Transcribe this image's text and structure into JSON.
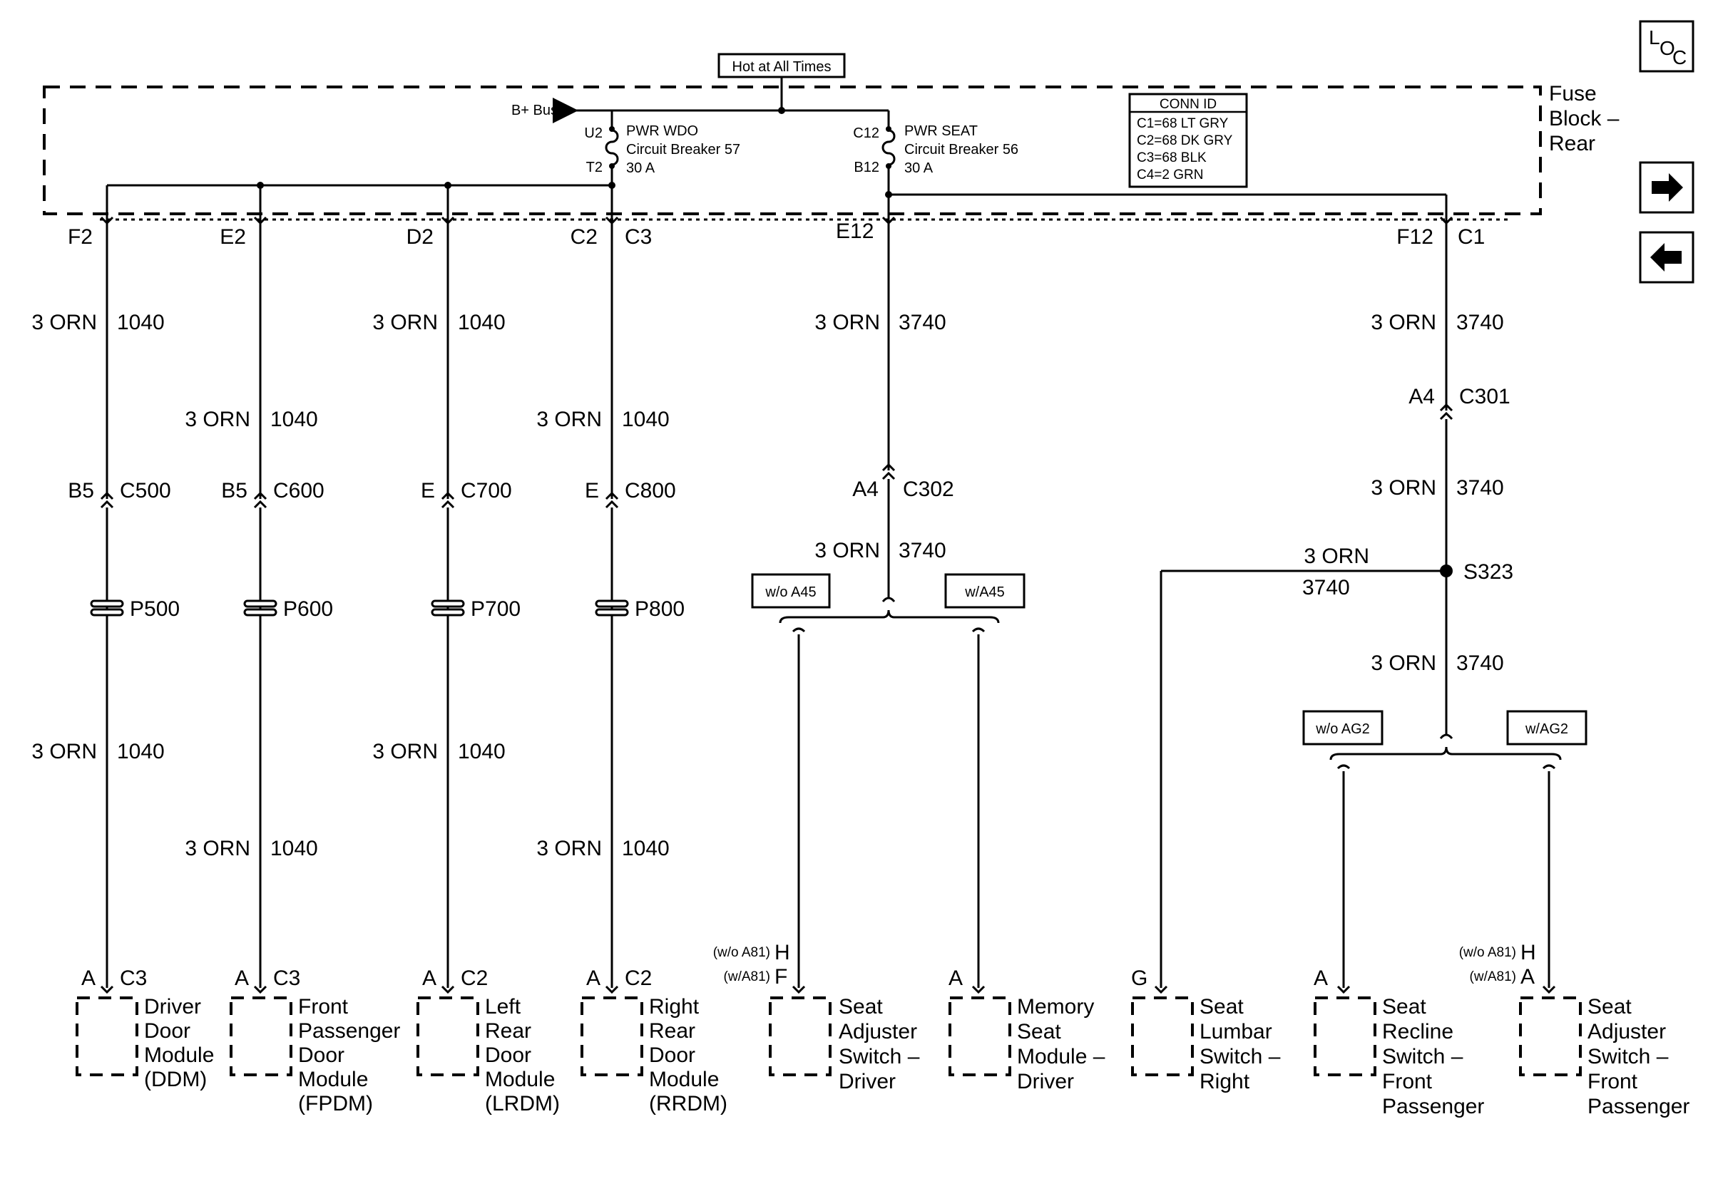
{
  "header": {
    "hot_label": "Hot at All Times",
    "fuse_block_label_lines": [
      "Fuse",
      "Block –",
      "Rear"
    ],
    "bplus_bus": "B+ Bus"
  },
  "breakers": [
    {
      "top_pin": "U2",
      "bottom_pin": "T2",
      "lines": [
        "PWR WDO",
        "Circuit Breaker 57",
        "30 A"
      ]
    },
    {
      "top_pin": "C12",
      "bottom_pin": "B12",
      "lines": [
        "PWR SEAT",
        "Circuit Breaker 56",
        "30 A"
      ]
    }
  ],
  "conn_id": {
    "title": "CONN ID",
    "rows": [
      "C1=68 LT GRY",
      "C2=68 DK GRY",
      "C3=68 BLK",
      "C4=2 GRN"
    ]
  },
  "nav": {
    "loc_letters": [
      "L",
      "O",
      "C"
    ],
    "loc_icon": "location-icon",
    "next_icon": "arrow-right-icon",
    "prev_icon": "arrow-left-icon"
  },
  "door_branches": [
    {
      "pin_left": "F2",
      "pin_right": "",
      "wire_color_1": "3 ORN",
      "circuit_1": "1040",
      "wire_color_2": "3 ORN",
      "circuit_2": "1040",
      "conn_pin": "B5",
      "conn": "C500",
      "pigtail": "P500",
      "comp_pin": "A",
      "comp_conn": "C3",
      "component_lines": [
        "Driver",
        "Door",
        "Module",
        "(DDM)"
      ]
    },
    {
      "pin_left": "E2",
      "pin_right": "",
      "wire_color_1": "3 ORN",
      "circuit_1": "1040",
      "wire_color_2": "3 ORN",
      "circuit_2": "1040",
      "conn_pin": "B5",
      "conn": "C600",
      "pigtail": "P600",
      "comp_pin": "A",
      "comp_conn": "C3",
      "component_lines": [
        "Front",
        "Passenger",
        "Door",
        "Module",
        "(FPDM)"
      ]
    },
    {
      "pin_left": "D2",
      "pin_right": "",
      "wire_color_1": "3 ORN",
      "circuit_1": "1040",
      "wire_color_2": "3 ORN",
      "circuit_2": "1040",
      "conn_pin": "E",
      "conn": "C700",
      "pigtail": "P700",
      "comp_pin": "A",
      "comp_conn": "C2",
      "component_lines": [
        "Left",
        "Rear",
        "Door",
        "Module",
        "(LRDM)"
      ]
    },
    {
      "pin_left": "C2",
      "pin_right": "C3",
      "wire_color_1": "3 ORN",
      "circuit_1": "1040",
      "wire_color_2": "3 ORN",
      "circuit_2": "1040",
      "conn_pin": "E",
      "conn": "C800",
      "pigtail": "P800",
      "comp_pin": "A",
      "comp_conn": "C2",
      "component_lines": [
        "Right",
        "Rear",
        "Door",
        "Module",
        "(RRDM)"
      ]
    }
  ],
  "seat_branch": {
    "pin": "E12",
    "wire_color_1": "3 ORN",
    "circuit_1": "3740",
    "conn_pin": "A4",
    "conn": "C302",
    "wire_color_2": "3 ORN",
    "circuit_2": "3740",
    "option_left": "w/o A45",
    "option_right": "w/A45",
    "adjuster_pin_wo": "(w/o A81)",
    "adjuster_pin_wo_letter": "H",
    "adjuster_pin_w": "(w/A81)",
    "adjuster_pin_w_letter": "F",
    "adjuster_lines": [
      "Seat",
      "Adjuster",
      "Switch –",
      "Driver"
    ],
    "memory_pin": "A",
    "memory_lines": [
      "Memory",
      "Seat",
      "Module –",
      "Driver"
    ]
  },
  "pass_branch": {
    "pin_left": "F12",
    "pin_right": "C1",
    "wire_color_1": "3 ORN",
    "circuit_1": "3740",
    "conn_pin": "A4",
    "conn": "C301",
    "wire_color_2": "3 ORN",
    "circuit_2": "3740",
    "splice": "S323",
    "lumbar_wire_color": "3 ORN",
    "lumbar_circuit": "3740",
    "wire_color_3": "3 ORN",
    "circuit_3": "3740",
    "option_left": "w/o AG2",
    "option_right": "w/AG2",
    "lumbar_pin": "G",
    "lumbar_lines": [
      "Seat",
      "Lumbar",
      "Switch –",
      "Right"
    ],
    "recline_pin": "A",
    "recline_lines": [
      "Seat",
      "Recline",
      "Switch –",
      "Front",
      "Passenger"
    ],
    "adjuster_pin_wo": "(w/o A81)",
    "adjuster_pin_wo_letter": "H",
    "adjuster_pin_w": "(w/A81)",
    "adjuster_pin_w_letter": "A",
    "adjuster_lines": [
      "Seat",
      "Adjuster",
      "Switch –",
      "Front",
      "Passenger"
    ]
  }
}
